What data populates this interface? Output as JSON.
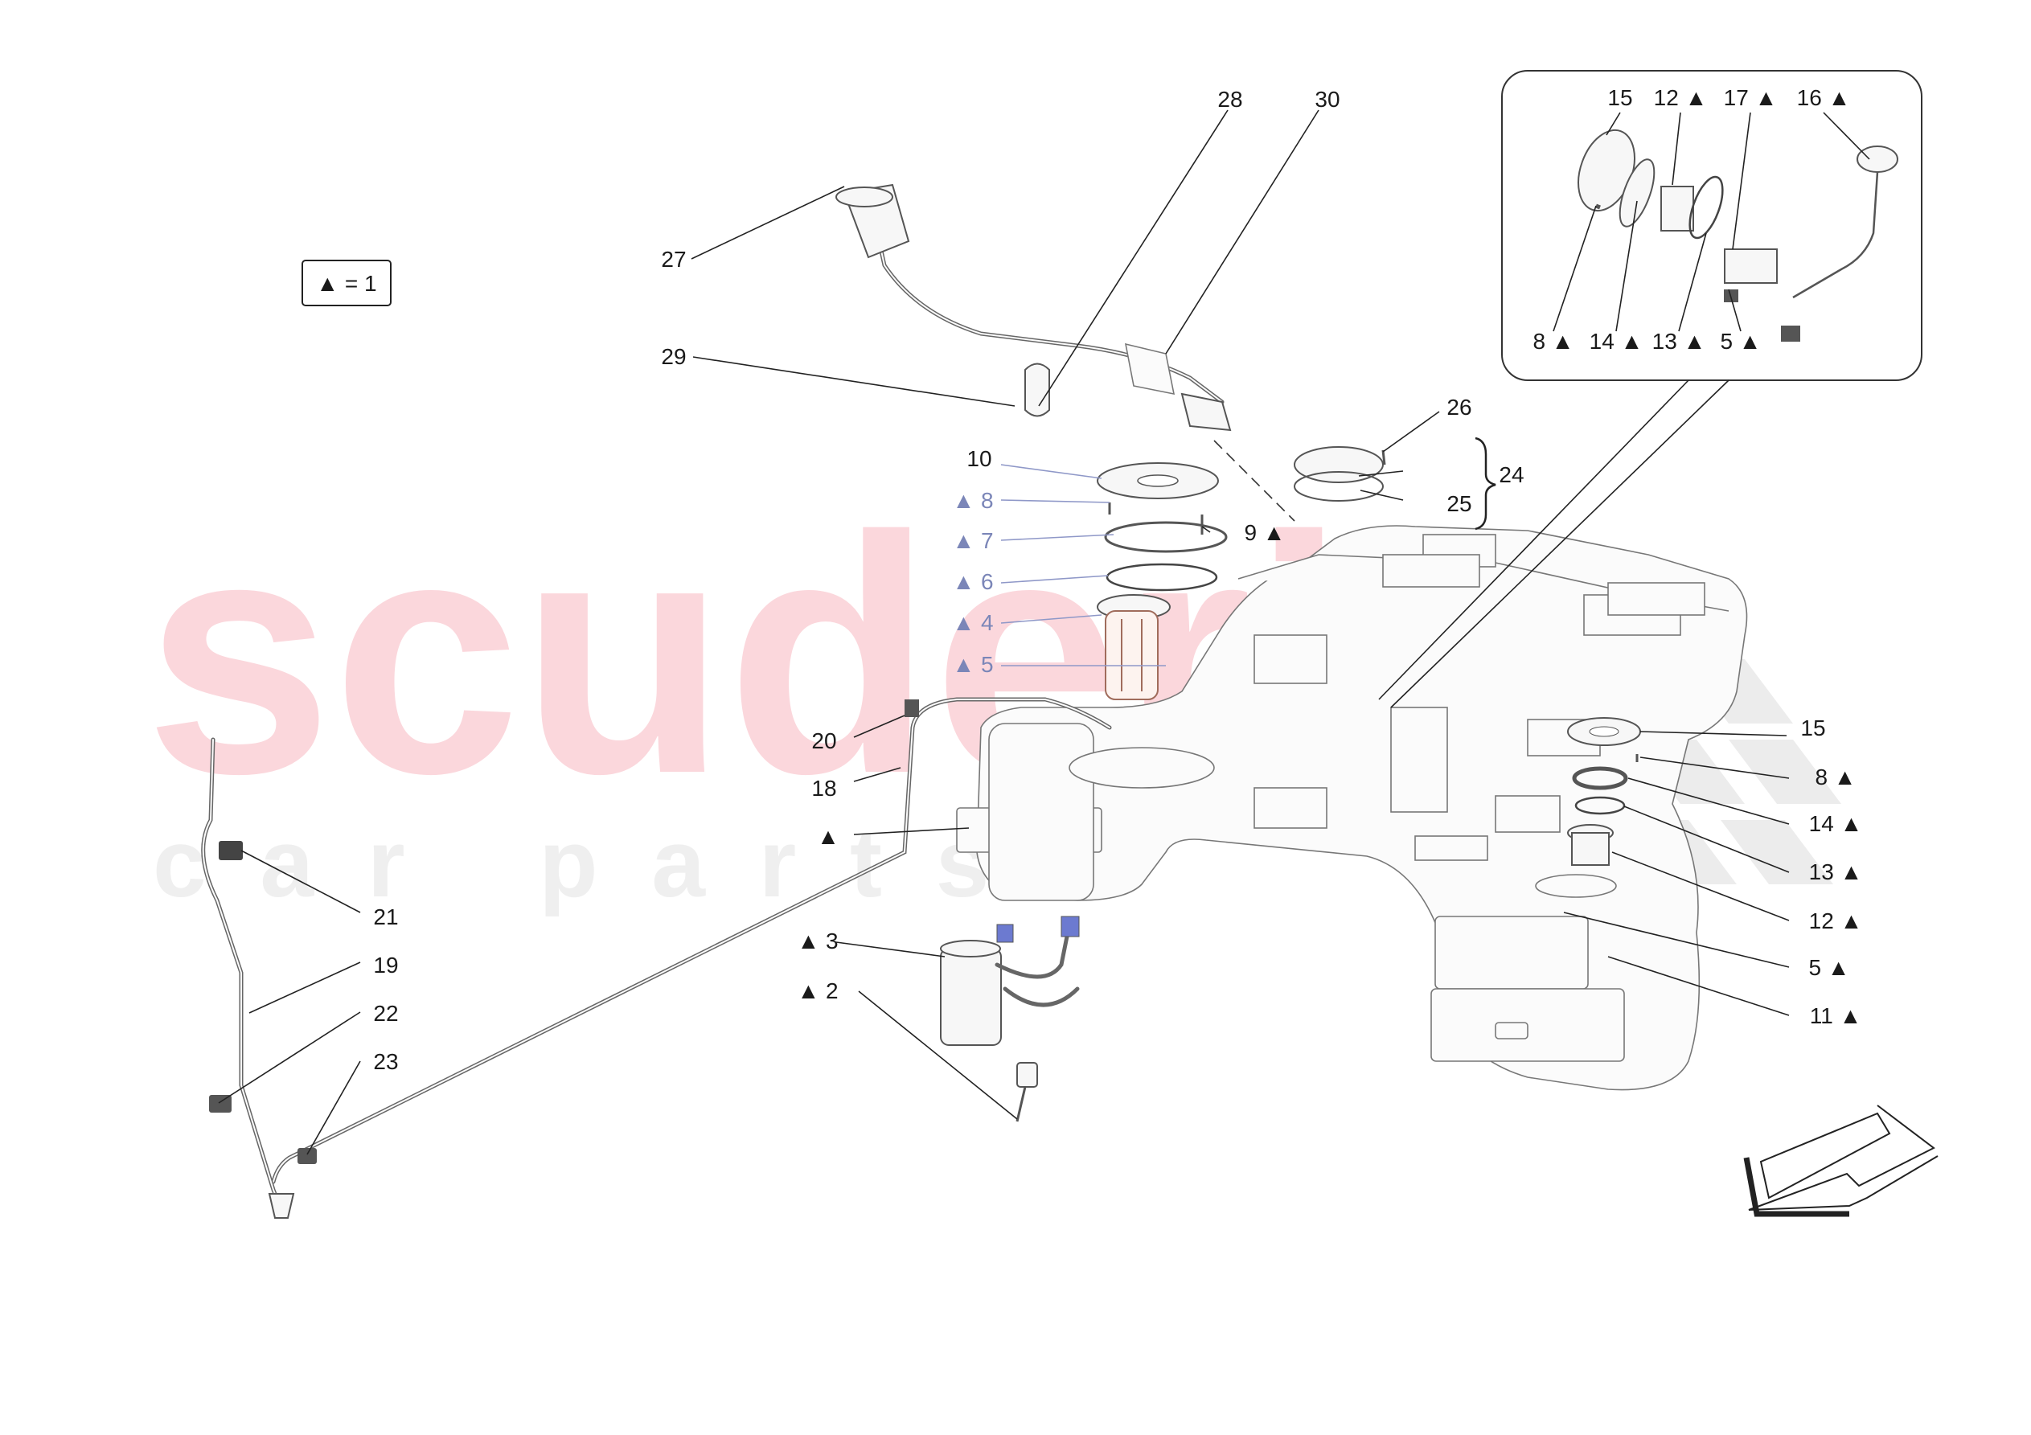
{
  "watermark": {
    "main": "scuderia",
    "sub": "c  a  r     p  a  r  t  s"
  },
  "legend": {
    "text": "▲ = 1"
  },
  "labels": {
    "l27": "27",
    "l28": "28",
    "l30": "30",
    "l29": "29",
    "l10": "10",
    "l8": "▲ 8",
    "l7": "▲ 7",
    "l6": "▲ 6",
    "l4": "▲ 4",
    "l5": "▲ 5",
    "l9": "9 ▲",
    "l26": "26",
    "l24": "24",
    "l25": "25",
    "l20": "20",
    "l18": "18",
    "ltri": "▲",
    "l3": "▲ 3",
    "l2": "▲ 2",
    "l21": "21",
    "l19": "19",
    "l22": "22",
    "l23": "23",
    "r15": "15",
    "r8": "8 ▲",
    "r14": "14 ▲",
    "r13": "13 ▲",
    "r12": "12 ▲",
    "r5": "5 ▲",
    "r11": "11 ▲",
    "i15": "15",
    "i12": "12 ▲",
    "i17": "17 ▲",
    "i16": "16 ▲",
    "i8": "8 ▲",
    "i14": "14 ▲",
    "i13": "13 ▲",
    "i5": "5 ▲"
  }
}
